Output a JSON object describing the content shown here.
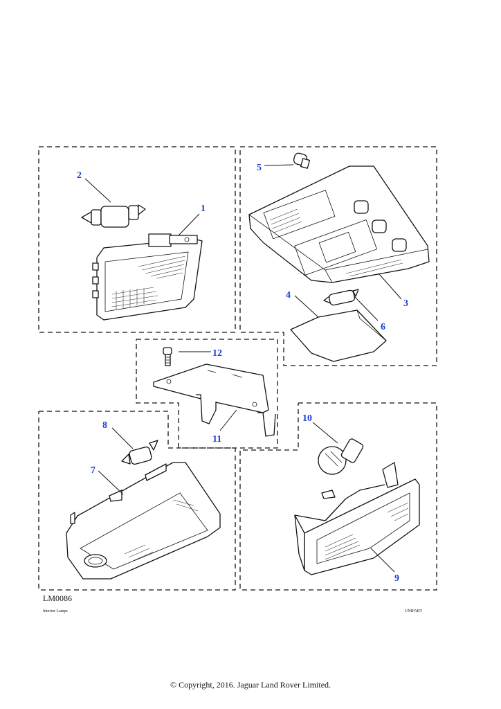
{
  "diagram": {
    "reference": "LM0086",
    "caption": "Interior Lamps",
    "brand": "UNIPART",
    "copyright": "© Copyright, 2016. Jaguar Land Rover Limited.",
    "callouts": [
      "1",
      "2",
      "3",
      "4",
      "5",
      "6",
      "7",
      "8",
      "9",
      "10",
      "11",
      "12"
    ],
    "callout_color": "#1a3fd6"
  }
}
